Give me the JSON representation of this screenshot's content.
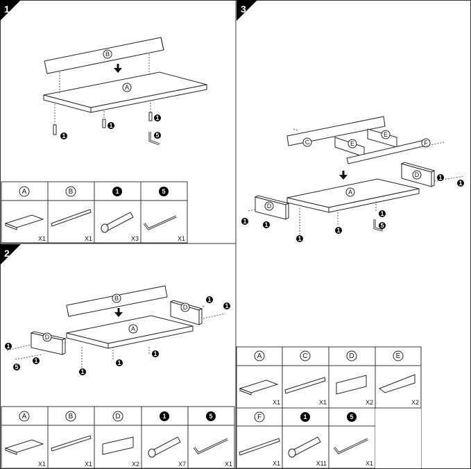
{
  "steps": [
    {
      "number": "1"
    },
    {
      "number": "2"
    },
    {
      "number": "3"
    }
  ],
  "parts": {
    "A": "A",
    "B": "B",
    "C": "C",
    "D": "D",
    "E": "E",
    "F": "F",
    "screw": "1",
    "wrench": "5"
  },
  "tables": {
    "step1": {
      "qty": [
        "X1",
        "X1",
        "X3",
        "X1"
      ]
    },
    "step2": {
      "qty": [
        "X1",
        "X1",
        "X2",
        "X7",
        "X1"
      ]
    },
    "step3": {
      "qty_row1": [
        "X1",
        "X1",
        "X2",
        "X2"
      ],
      "qty_row2": [
        "X1",
        "X11",
        "X1"
      ]
    }
  },
  "colors": {
    "line": "#222222",
    "badge_bg": "#000000"
  }
}
